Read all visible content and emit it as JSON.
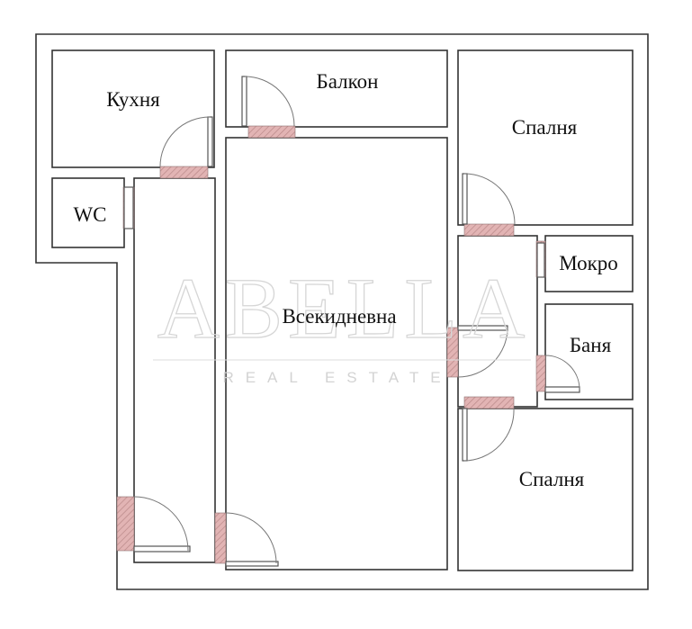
{
  "rooms": {
    "kitchen": "Кухня",
    "balcony": "Балкон",
    "bedroom_top": "Спалня",
    "wc": "WC",
    "living_room": "Всекидневна",
    "utility": "Мокро",
    "bathroom": "Баня",
    "bedroom_bottom": "Спалня"
  },
  "watermark": {
    "brand": "ABELLA",
    "sub": "REAL ESTATE"
  },
  "colors": {
    "wall_stroke": "#333333",
    "door_opening_fill": "#e2b4b4",
    "watermark": "#d6d6d6"
  }
}
